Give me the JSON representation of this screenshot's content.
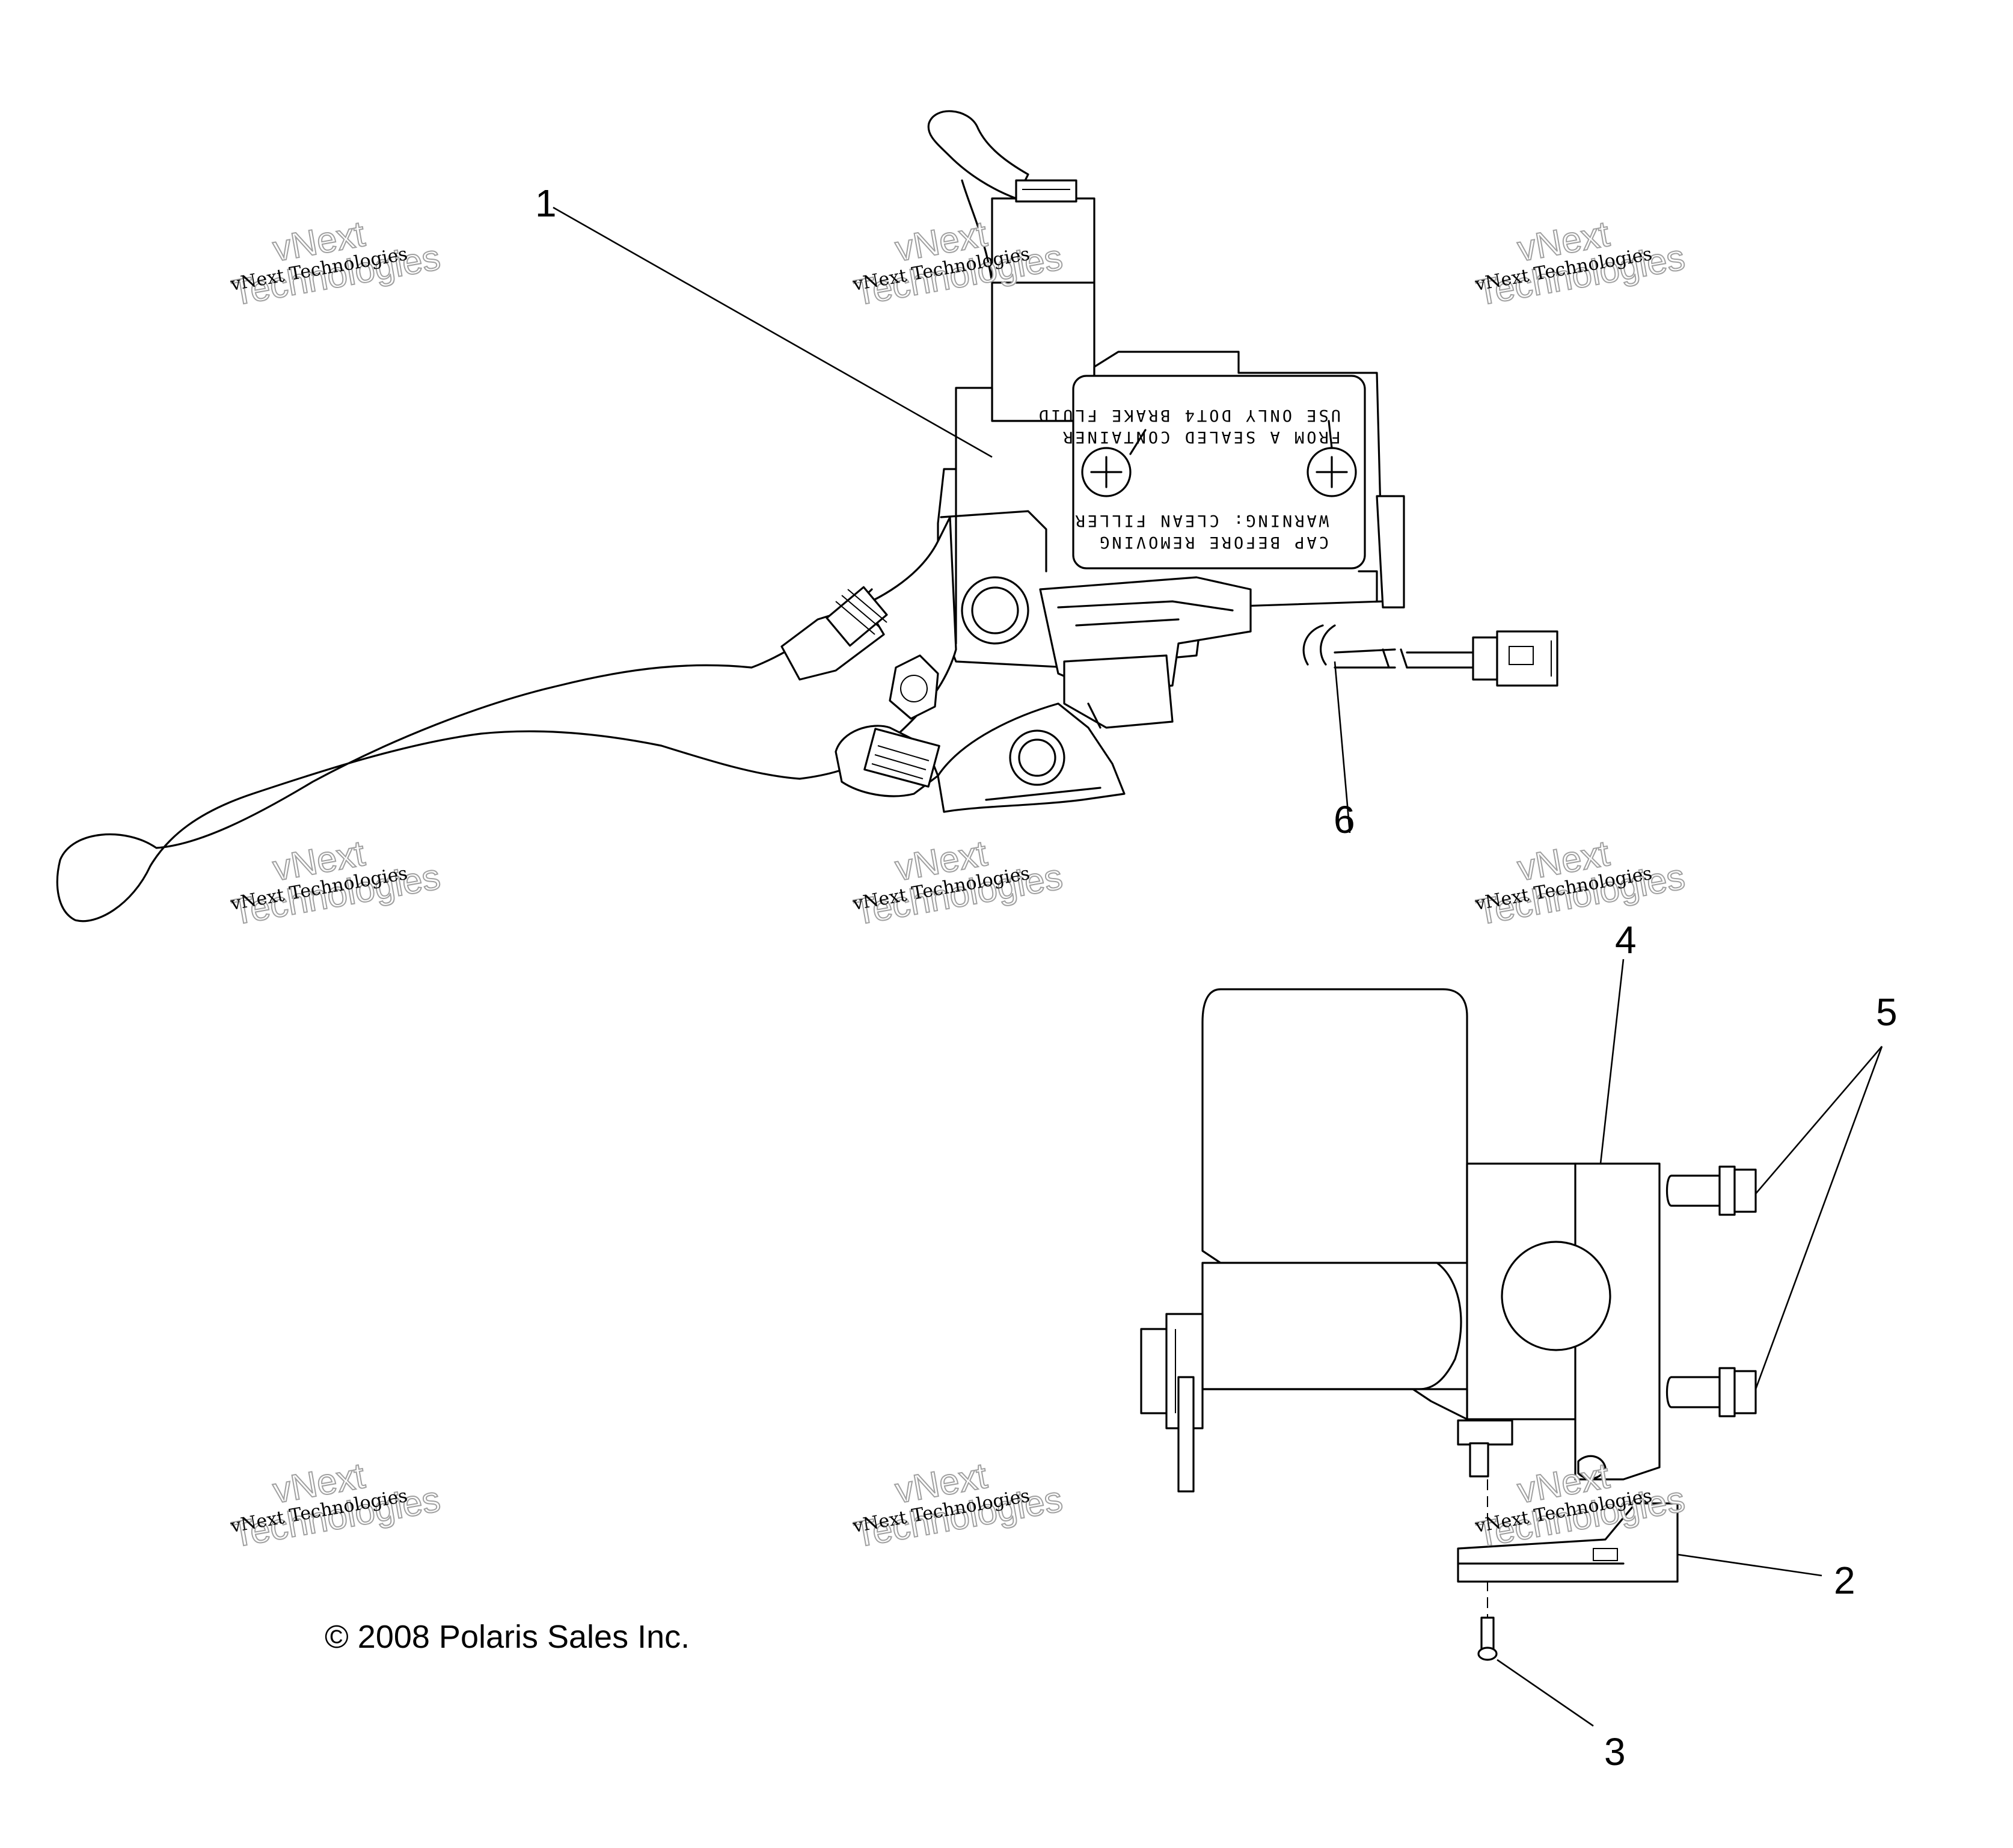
{
  "callouts": [
    "1",
    "2",
    "3",
    "4",
    "5",
    "6"
  ],
  "label_text": {
    "line1": "USE ONLY DOT4 BRAKE FLUID",
    "line2": "FROM A SEALED CONTAINER",
    "line3": "WARNING: CLEAN FILLER",
    "line4": "CAP BEFORE REMOVING"
  },
  "watermark": {
    "line1": "vNext Technologies",
    "line2": "vNext",
    "line3": "Technologies"
  },
  "copyright": "© 2008 Polaris Sales Inc."
}
